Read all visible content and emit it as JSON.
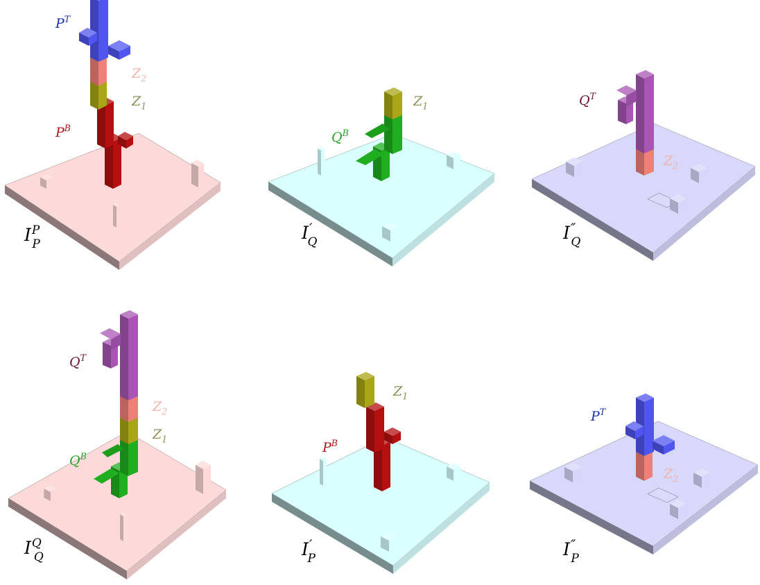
{
  "colors": {
    "plate_pink": "#fdd9d9",
    "plate_cyan": "#d9ffff",
    "plate_lav": "#d7d7fb",
    "blue": "#4f55ee",
    "red": "#b50f0f",
    "salmon": "#ee8077",
    "olive": "#a8a614",
    "green": "#1fae1f",
    "purple": "#a855b3",
    "label_blue": "#1a2fb0",
    "label_red": "#b3141a",
    "label_salmon": "#f4b1aa",
    "label_olive": "#8c8a52",
    "label_green": "#24a324",
    "label_maroon": "#6a1236"
  },
  "panels": [
    {
      "id": "top-left",
      "name_base": "I",
      "name_sub": "P",
      "name_sup": "P",
      "name_prime": "",
      "labels": [
        {
          "key": "P",
          "sup": "T",
          "color": "label_blue"
        },
        {
          "key": "Z",
          "sub": "2",
          "color": "label_salmon"
        },
        {
          "key": "Z",
          "sub": "1",
          "color": "label_olive"
        },
        {
          "key": "P",
          "sup": "B",
          "color": "label_red"
        }
      ]
    },
    {
      "id": "top-middle",
      "name_base": "I",
      "name_sub": "Q",
      "name_sup": "",
      "name_prime": "′",
      "labels": [
        {
          "key": "Z",
          "sub": "1",
          "color": "label_olive"
        },
        {
          "key": "Q",
          "sup": "B",
          "color": "label_green"
        }
      ]
    },
    {
      "id": "top-right",
      "name_base": "I",
      "name_sub": "Q",
      "name_sup": "",
      "name_prime": "″",
      "labels": [
        {
          "key": "Q",
          "sup": "T",
          "color": "label_maroon"
        },
        {
          "key": "Z",
          "sub": "2",
          "color": "label_salmon"
        }
      ]
    },
    {
      "id": "bottom-left",
      "name_base": "I",
      "name_sub": "Q",
      "name_sup": "Q",
      "name_prime": "",
      "labels": [
        {
          "key": "Q",
          "sup": "T",
          "color": "label_maroon"
        },
        {
          "key": "Z",
          "sub": "2",
          "color": "label_salmon"
        },
        {
          "key": "Z",
          "sub": "1",
          "color": "label_olive"
        },
        {
          "key": "Q",
          "sup": "B",
          "color": "label_green"
        }
      ]
    },
    {
      "id": "bottom-middle",
      "name_base": "I",
      "name_sub": "P",
      "name_sup": "",
      "name_prime": "′",
      "labels": [
        {
          "key": "Z",
          "sub": "1",
          "color": "label_olive"
        },
        {
          "key": "P",
          "sup": "B",
          "color": "label_red"
        }
      ]
    },
    {
      "id": "bottom-right",
      "name_base": "I",
      "name_sub": "P",
      "name_sup": "",
      "name_prime": "″",
      "labels": [
        {
          "key": "P",
          "sup": "T",
          "color": "label_blue"
        },
        {
          "key": "Z",
          "sub": "2",
          "color": "label_salmon"
        }
      ]
    }
  ]
}
